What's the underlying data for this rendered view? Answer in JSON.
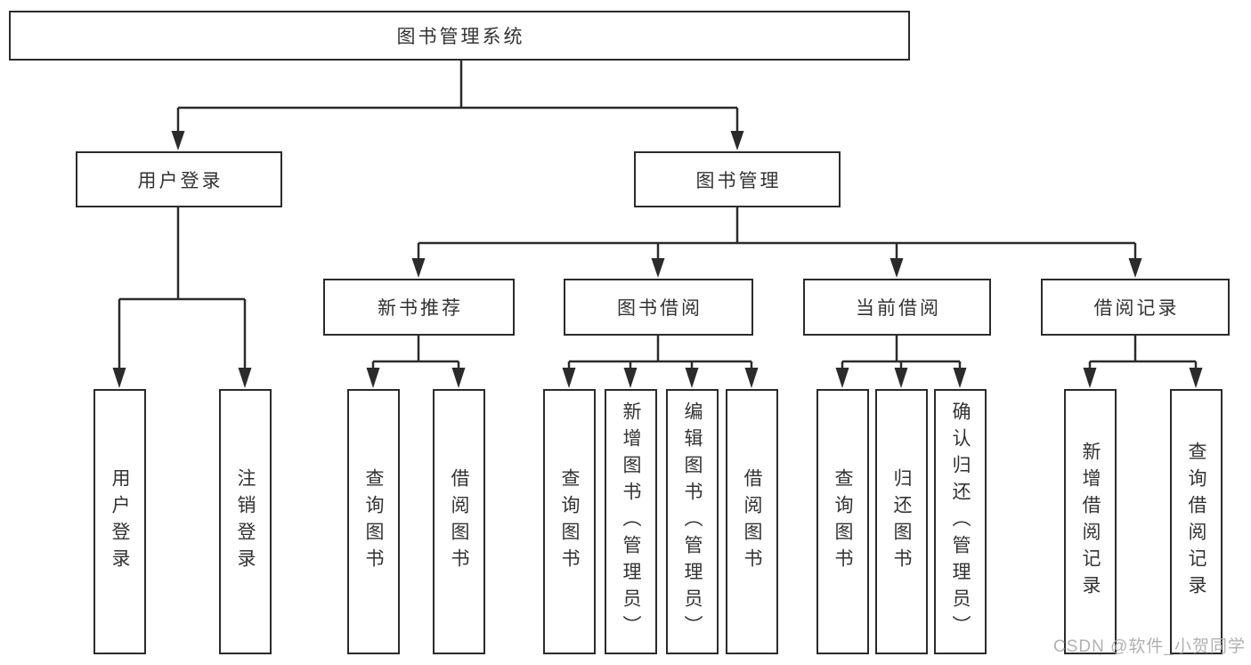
{
  "diagram_title": "图书管理系统",
  "nodes": {
    "root": {
      "label": "图书管理系统"
    },
    "user_login": {
      "label": "用户登录"
    },
    "book_mgmt": {
      "label": "图书管理"
    },
    "new_book_rec": {
      "label": "新书推荐"
    },
    "book_borrow": {
      "label": "图书借阅"
    },
    "current_borrow": {
      "label": "当前借阅"
    },
    "borrow_records": {
      "label": "借阅记录"
    },
    "leaf_user_login": {
      "label": "用户登录"
    },
    "leaf_logout": {
      "label": "注销登录"
    },
    "leaf_query_book_rec": {
      "label": "查询图书"
    },
    "leaf_borrow_book_rec": {
      "label": "借阅图书"
    },
    "leaf_query_book_borrow": {
      "label": "查询图书"
    },
    "leaf_add_book_admin": {
      "label": "新增图书（管理员）"
    },
    "leaf_edit_book_admin": {
      "label": "编辑图书（管理员）"
    },
    "leaf_borrow_book_borrow": {
      "label": "借阅图书"
    },
    "leaf_query_book_current": {
      "label": "查询图书"
    },
    "leaf_return_book": {
      "label": "归还图书"
    },
    "leaf_confirm_return_admin": {
      "label": "确认归还（管理员）"
    },
    "leaf_add_borrow_record": {
      "label": "新增借阅记录"
    },
    "leaf_query_borrow_record": {
      "label": "查询借阅记录"
    }
  },
  "watermark": {
    "text": "CSDN @软件_小贺同学"
  },
  "colors": {
    "line": "#2b2b2b",
    "text": "#333333",
    "box_background": "#ffffff",
    "watermark": "#a8a8a8"
  }
}
